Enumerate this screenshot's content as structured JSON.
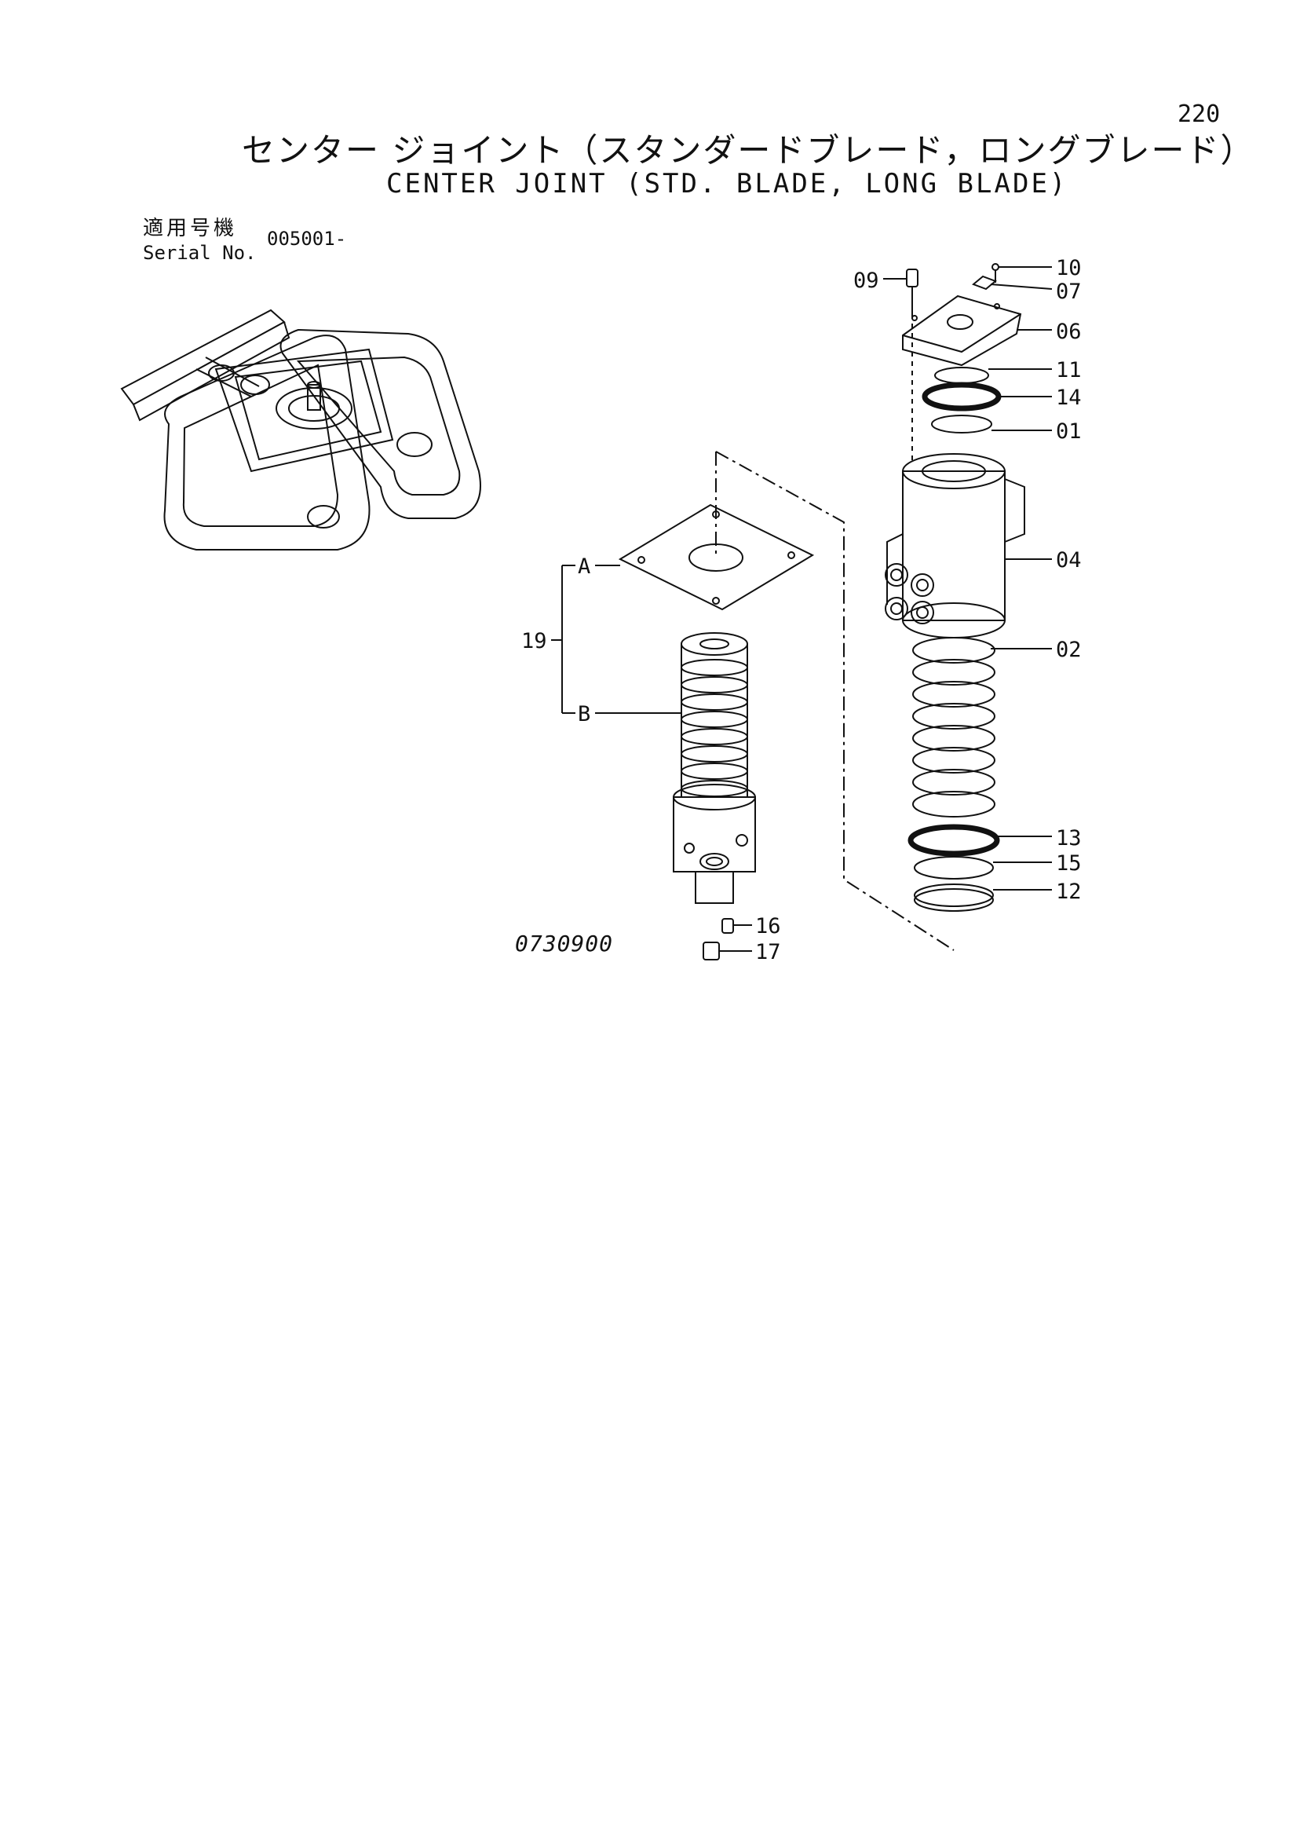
{
  "page_number": "220",
  "title_jp": "センター ジョイント（スタンダードブレード，ロングブレード）",
  "title_en": "CENTER JOINT (STD. BLADE, LONG BLADE)",
  "serial": {
    "label_jp": "適用号機",
    "label_en": "Serial No.",
    "value": "005001-"
  },
  "drawing_number": "0730900",
  "callouts": [
    {
      "id": "09",
      "label": "09"
    },
    {
      "id": "10",
      "label": "10"
    },
    {
      "id": "07",
      "label": "07"
    },
    {
      "id": "06",
      "label": "06"
    },
    {
      "id": "11",
      "label": "11"
    },
    {
      "id": "14",
      "label": "14"
    },
    {
      "id": "01",
      "label": "01"
    },
    {
      "id": "04",
      "label": "04"
    },
    {
      "id": "02",
      "label": "02"
    },
    {
      "id": "13",
      "label": "13"
    },
    {
      "id": "15",
      "label": "15"
    },
    {
      "id": "12",
      "label": "12"
    },
    {
      "id": "19",
      "label": "19"
    },
    {
      "id": "A",
      "label": "A"
    },
    {
      "id": "B",
      "label": "B"
    },
    {
      "id": "16",
      "label": "16"
    },
    {
      "id": "17",
      "label": "17"
    }
  ]
}
